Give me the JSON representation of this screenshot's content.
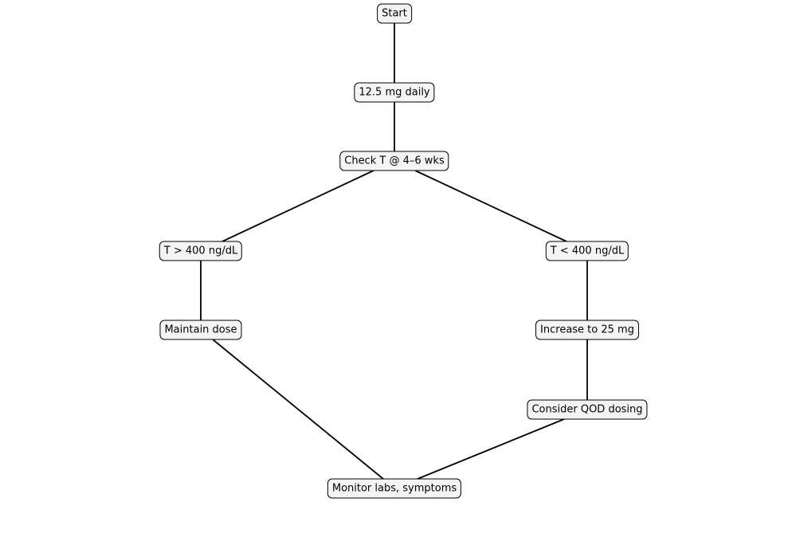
{
  "nodes": {
    "start": "Start",
    "initial_dose": "12.5 mg daily",
    "check": "Check T @ 4–6 wks",
    "high": "T > 400 ng/dL",
    "low": "T < 400 ng/dL",
    "maintain": "Maintain dose",
    "increase": "Increase to 25 mg",
    "qod": "Consider QOD dosing",
    "monitor": "Monitor labs, symptoms"
  },
  "edges": [
    [
      "start",
      "initial_dose"
    ],
    [
      "initial_dose",
      "check"
    ],
    [
      "check",
      "high"
    ],
    [
      "check",
      "low"
    ],
    [
      "high",
      "maintain"
    ],
    [
      "low",
      "increase"
    ],
    [
      "increase",
      "qod"
    ],
    [
      "maintain",
      "monitor"
    ],
    [
      "qod",
      "monitor"
    ]
  ],
  "colors": {
    "node_fill": "#f4f4f4",
    "stroke": "#000000",
    "background": "#ffffff"
  }
}
